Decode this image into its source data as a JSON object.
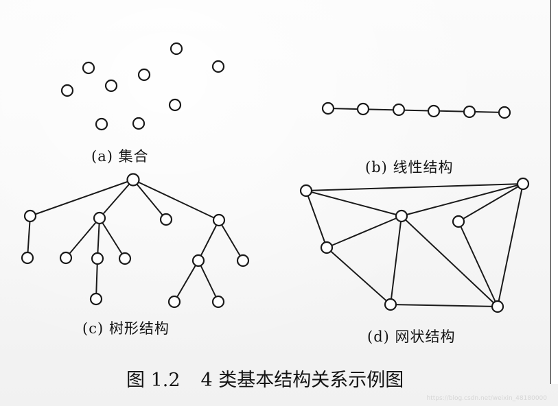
{
  "labels": {
    "set": "(a) 集合",
    "linear": "(b) 线性结构",
    "tree": "(c) 树形结构",
    "graph": "(d) 网状结构"
  },
  "caption": {
    "number": "图 1.2",
    "text": "4 类基本结构关系示例图"
  },
  "watermark": "https://blog.csdn.net/weixin_48180000",
  "colors": {
    "ink": "#1a1a1a",
    "paper": "#f6f6f6"
  }
}
